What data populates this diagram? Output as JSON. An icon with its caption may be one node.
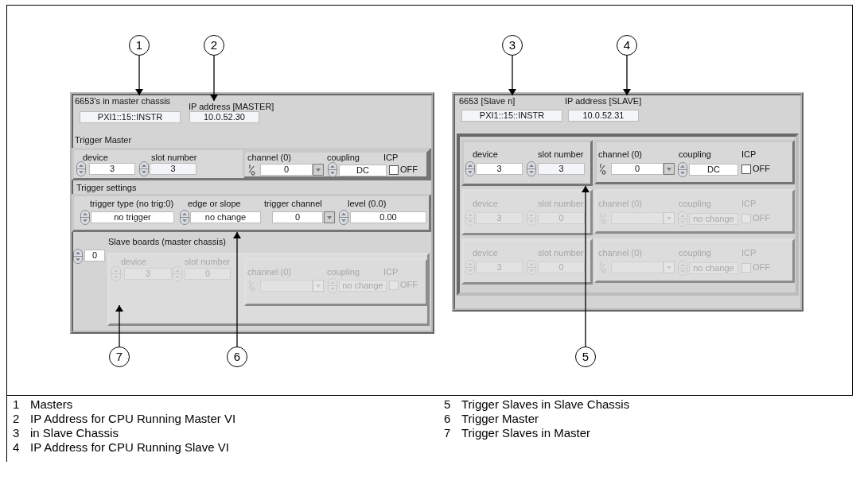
{
  "diagram": {
    "nodes": [
      {
        "text": [
          "1"
        ]
      },
      {
        "text": [
          "2"
        ]
      },
      {
        "text": [
          "3"
        ]
      },
      {
        "text": [
          "4"
        ]
      },
      {
        "text": [
          "7"
        ]
      },
      {
        "text": [
          "6"
        ]
      },
      {
        "text": [
          "5"
        ]
      },
      {
        "text": [
          "6653's in master chassis",
          "PXI1::15::INSTR"
        ]
      },
      {
        "text": [
          "IP address [MASTER]",
          "10.0.52.30"
        ]
      },
      {
        "text": [
          "trigger type (no trig:0)",
          "edge or slope",
          "trigger channel",
          "level (0.0)",
          "no trigger",
          "no change",
          "0",
          "0.00"
        ],
        "beside": [
          "Trigger settings"
        ]
      },
      {
        "text": [
          "6653 [Slave n]",
          "PXI1::15::INSTR"
        ]
      },
      {
        "text": [
          "IP address [SLAVE]",
          "10.0.52.31"
        ]
      },
      {
        "text": [
          "device",
          "slot number",
          "3",
          "3"
        ]
      },
      {
        "text": [
          "device",
          "slot number",
          "3",
          "3",
          "channel (0)",
          "coupling",
          "ICP",
          "0",
          "DC",
          "OFF"
        ]
      }
    ],
    "edges": [
      {
        "from": 0,
        "to": 7,
        "arrow": "to"
      },
      {
        "from": 1,
        "to": 8,
        "arrow": "to"
      },
      {
        "from": 2,
        "to": 10,
        "arrow": "to"
      },
      {
        "from": 3,
        "to": 11,
        "arrow": "to"
      },
      {
        "from": 4,
        "to": null,
        "arrow": "to"
      },
      {
        "from": 5,
        "to": 9,
        "arrow": "to"
      },
      {
        "from": 6,
        "to": 12,
        "arrow": "to"
      }
    ],
    "labels": [
      "Trigger Master",
      "Slave boards (master chassis)",
      "0",
      "device",
      "slot number",
      "3",
      "0",
      "channel (0)",
      "coupling",
      "ICP",
      "no change",
      "OFF",
      "channel (0)",
      "coupling",
      "ICP",
      "0",
      "DC",
      "OFF",
      "device",
      "slot number",
      "3",
      "0",
      "channel (0)",
      "coupling",
      "ICP",
      "no change",
      "OFF",
      "device",
      "slot number",
      "3",
      "0",
      "channel (0)",
      "coupling",
      "ICP",
      "no change",
      "OFF",
      "1",
      "Masters",
      "2",
      "IP Address for CPU Running Master VI",
      "3",
      "in Slave Chassis",
      "4",
      "IP Address for CPU Running Slave VI",
      "5",
      "Trigger Slaves in Slave Chassis",
      "6",
      "Trigger Master",
      "7",
      "Trigger Slaves in Master"
    ]
  }
}
